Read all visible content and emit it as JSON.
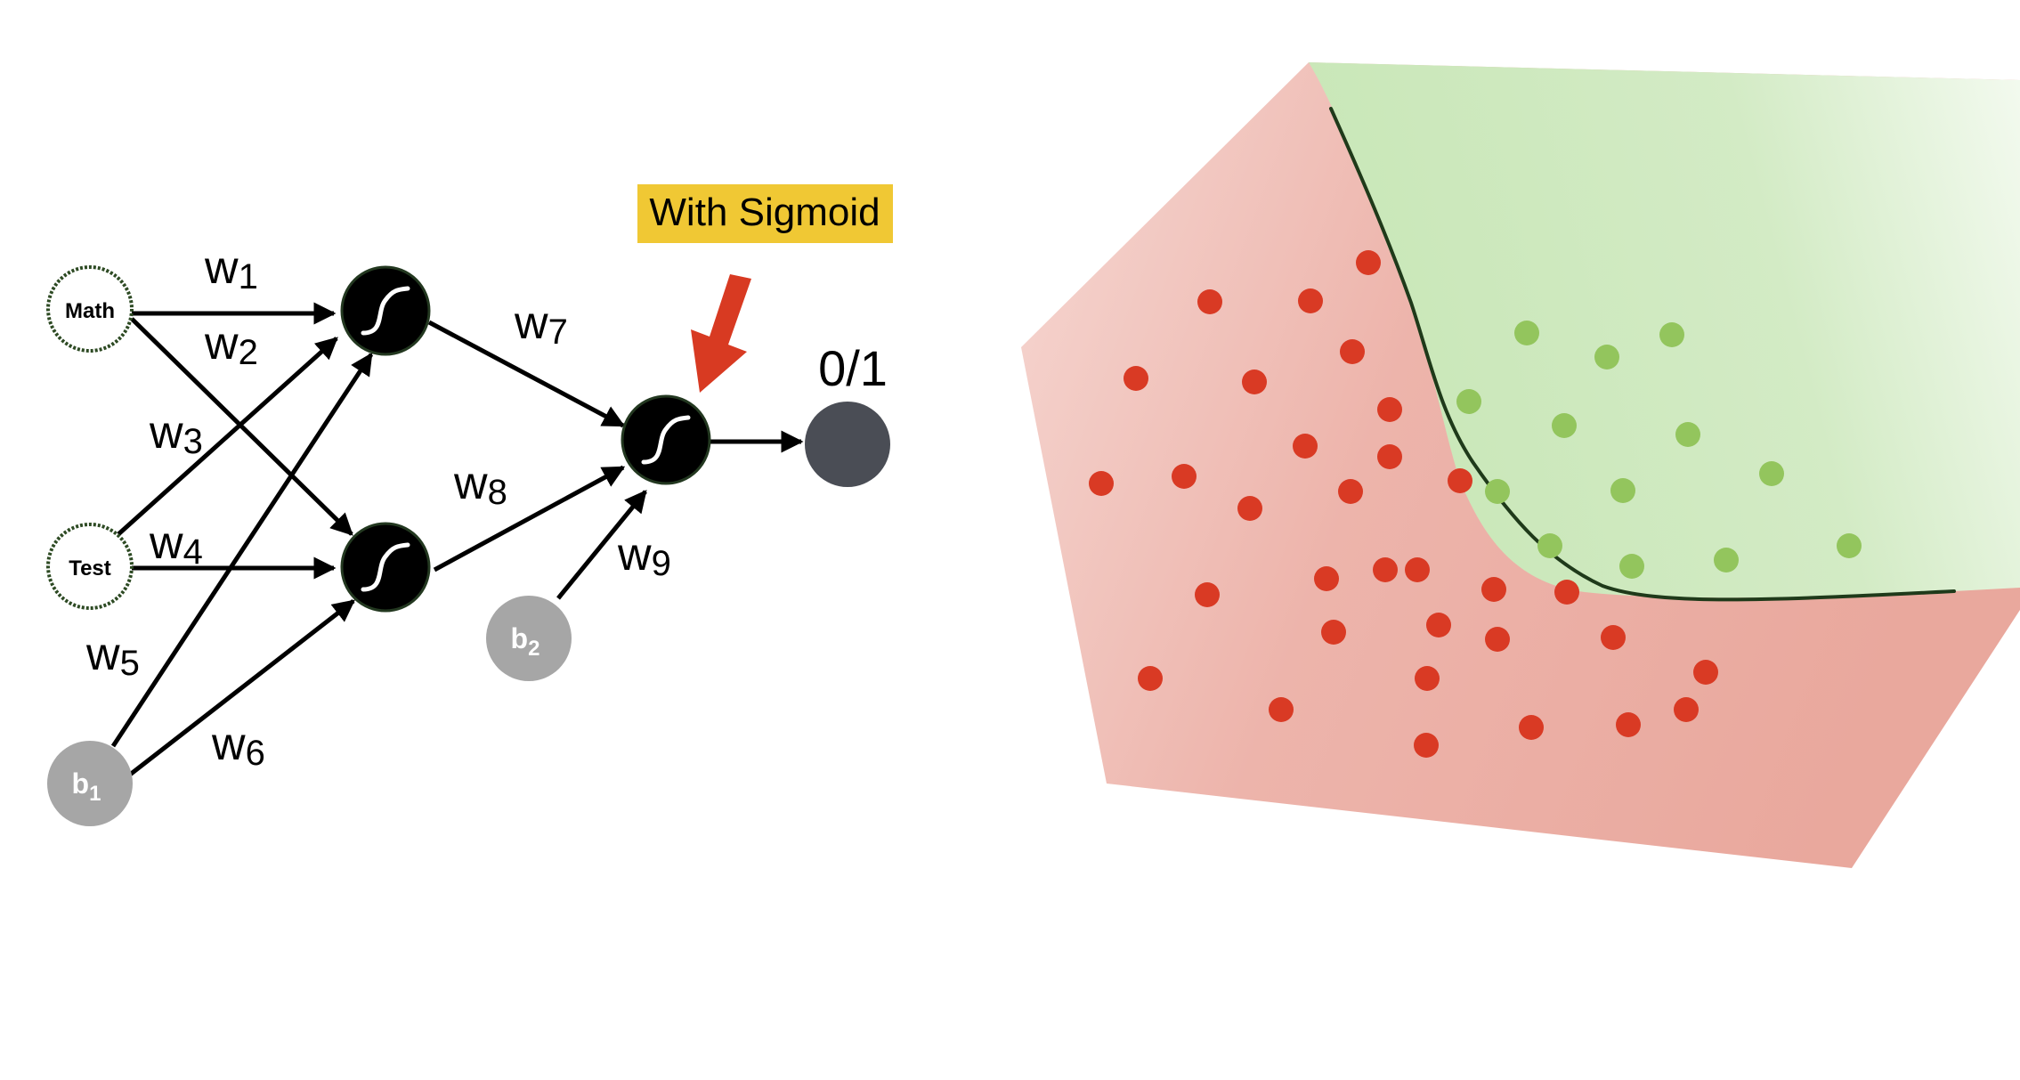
{
  "inputs": {
    "math_label": "Math",
    "test_label": "Test"
  },
  "biases": {
    "b1": {
      "base": "b",
      "sub": "1"
    },
    "b2": {
      "base": "b",
      "sub": "2"
    }
  },
  "weights": [
    {
      "base": "w",
      "sub": "1"
    },
    {
      "base": "w",
      "sub": "2"
    },
    {
      "base": "w",
      "sub": "3"
    },
    {
      "base": "w",
      "sub": "4"
    },
    {
      "base": "w",
      "sub": "5"
    },
    {
      "base": "w",
      "sub": "6"
    },
    {
      "base": "w",
      "sub": "7"
    },
    {
      "base": "w",
      "sub": "8"
    },
    {
      "base": "w",
      "sub": "9"
    }
  ],
  "annotation": {
    "callout_text": "With Sigmoid",
    "callout_bg": "#F0C834",
    "arrow_color": "#D83A22"
  },
  "output": {
    "label": "0/1",
    "color": "#4A4D55"
  },
  "colors": {
    "hidden_node": "#000000",
    "bias_node": "#A6A6A6",
    "input_ring": "#2D4A23",
    "region_red": "#E89A8E",
    "region_green": "#B9DFA6",
    "point_red": "#D93A24",
    "point_green": "#93C55D",
    "boundary": "#1F3A1A"
  },
  "scatter": {
    "red_points": [
      [
        1537,
        295
      ],
      [
        1359,
        339
      ],
      [
        1472,
        338
      ],
      [
        1276,
        425
      ],
      [
        1409,
        429
      ],
      [
        1519,
        395
      ],
      [
        1561,
        460
      ],
      [
        1466,
        501
      ],
      [
        1561,
        513
      ],
      [
        1237,
        543
      ],
      [
        1330,
        535
      ],
      [
        1404,
        571
      ],
      [
        1517,
        552
      ],
      [
        1640,
        540
      ],
      [
        1592,
        640
      ],
      [
        1490,
        650
      ],
      [
        1556,
        640
      ],
      [
        1356,
        668
      ],
      [
        1616,
        702
      ],
      [
        1498,
        710
      ],
      [
        1678,
        662
      ],
      [
        1760,
        665
      ],
      [
        1812,
        716
      ],
      [
        1682,
        718
      ],
      [
        1292,
        762
      ],
      [
        1603,
        762
      ],
      [
        1439,
        797
      ],
      [
        1916,
        755
      ],
      [
        1894,
        797
      ],
      [
        1829,
        814
      ],
      [
        1720,
        817
      ],
      [
        1602,
        837
      ]
    ],
    "green_points": [
      [
        1715,
        374
      ],
      [
        1805,
        401
      ],
      [
        1878,
        376
      ],
      [
        1650,
        451
      ],
      [
        1757,
        478
      ],
      [
        1896,
        488
      ],
      [
        1682,
        552
      ],
      [
        1823,
        551
      ],
      [
        1990,
        532
      ],
      [
        1741,
        613
      ],
      [
        1833,
        636
      ],
      [
        1939,
        629
      ],
      [
        2077,
        613
      ]
    ]
  }
}
